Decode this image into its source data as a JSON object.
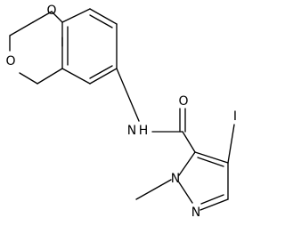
{
  "atoms": {
    "o_top": "O",
    "o_left": "O",
    "amide_n": "N",
    "amide_h": "H",
    "carbonyl_o": "O",
    "iodine": "I",
    "pyrazole_n1": "N",
    "pyrazole_n2": "N"
  }
}
